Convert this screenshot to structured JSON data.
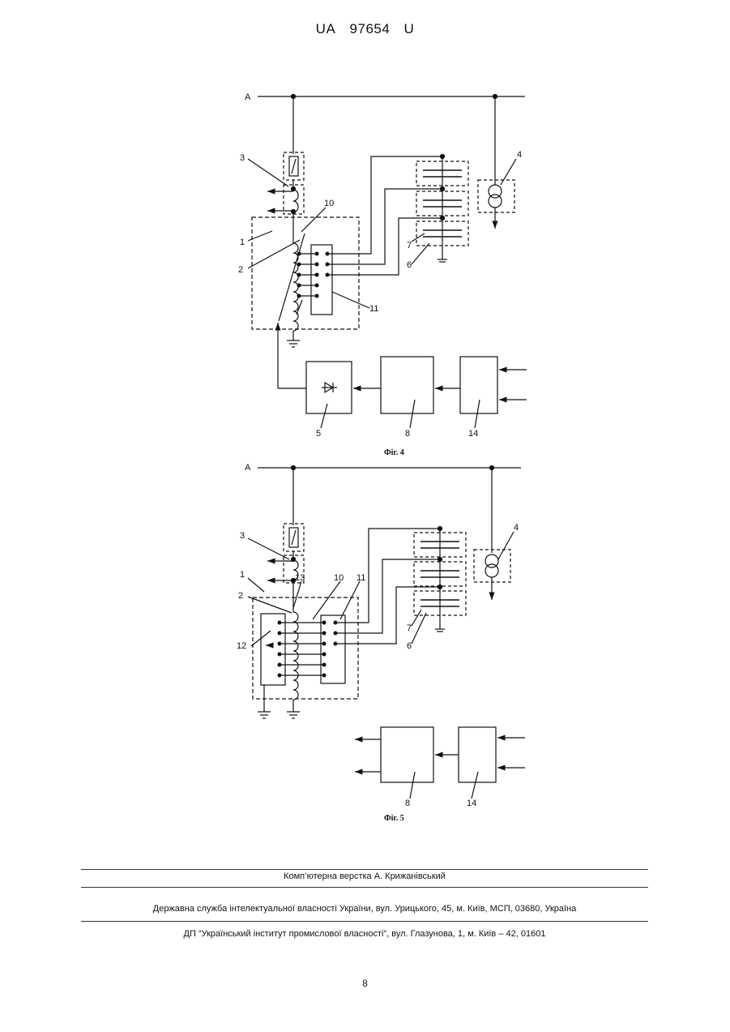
{
  "header": {
    "country": "UA",
    "number": "97654",
    "kind": "U"
  },
  "fig4": {
    "caption": "Фіг. 4",
    "line_label": "A",
    "refs": {
      "r1": "1",
      "r2": "2",
      "r3": "3",
      "r4": "4",
      "r5": "5",
      "r6": "6",
      "r7": "7",
      "r8": "8",
      "r10": "10",
      "r11": "11",
      "r14": "14"
    }
  },
  "fig5": {
    "caption": "Фіг. 5",
    "line_label": "A",
    "refs": {
      "r1": "1",
      "r2": "2",
      "r3": "3",
      "r4": "4",
      "r6": "6",
      "r7": "7",
      "r8": "8",
      "r10": "10",
      "r11": "11",
      "r12": "12",
      "r13": "13",
      "r14": "14"
    }
  },
  "footer": {
    "layout_by": "Комп’ютерна верстка А. Крижанівський",
    "agency": "Державна служба інтелектуальної власності України, вул. Урицького, 45, м. Київ, МСП, 03680, Україна",
    "institute": "ДП “Український інститут промислової власності”, вул. Глазунова, 1, м. Київ – 42, 01601"
  },
  "page_number": "8"
}
